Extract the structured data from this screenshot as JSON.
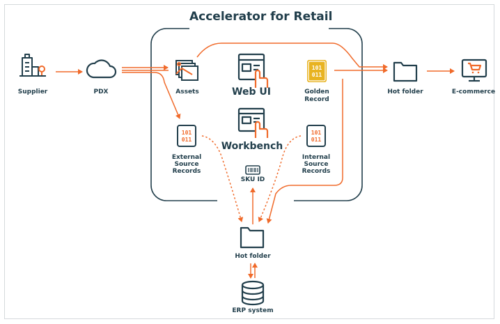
{
  "title": "Accelerator for Retail",
  "nodes": {
    "supplier": "Supplier",
    "pdx": "PDX",
    "assets": "Assets",
    "web_ui": "Web UI",
    "golden_record": [
      "Golden",
      "Record"
    ],
    "hot_folder_right": "Hot folder",
    "ecommerce": "E-commerce",
    "external_records": [
      "External",
      "Source",
      "Records"
    ],
    "workbench": "Workbench",
    "internal_records": [
      "Internal",
      "Source",
      "Records"
    ],
    "sku_id": "SKU ID",
    "hot_folder_bottom": "Hot folder",
    "erp_system": "ERP system"
  },
  "colors": {
    "navy": "#213e4b",
    "orange": "#f06a2a",
    "gold": "#e8b321",
    "border": "#d4d9dc"
  },
  "icons": {
    "supplier": "factory-icon",
    "pdx": "cloud-icon",
    "assets": "image-stack-icon",
    "web_ui": "browser-pointer-icon",
    "golden_record": "binary-card-icon",
    "hot_folder": "folder-icon",
    "ecommerce": "monitor-cart-icon",
    "records": "binary-card-icon",
    "sku": "barcode-icon",
    "erp": "database-icon"
  }
}
